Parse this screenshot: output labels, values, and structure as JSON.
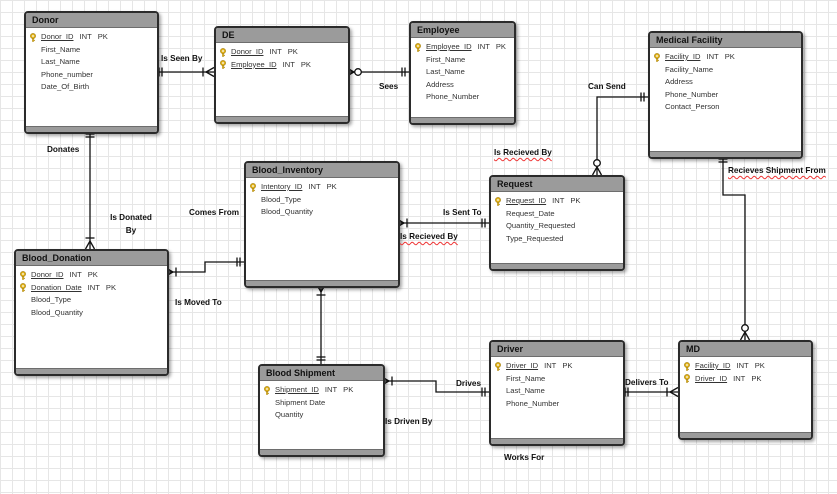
{
  "entities": {
    "donor": {
      "title": "Donor",
      "attributes": [
        {
          "name": "Donor_ID",
          "type": "INT",
          "key": "PK"
        },
        {
          "name": "First_Name",
          "type": "",
          "key": ""
        },
        {
          "name": "Last_Name",
          "type": "",
          "key": ""
        },
        {
          "name": "Phone_number",
          "type": "",
          "key": ""
        },
        {
          "name": "Date_Of_Birth",
          "type": "",
          "key": ""
        }
      ]
    },
    "de": {
      "title": "DE",
      "attributes": [
        {
          "name": "Donor_ID",
          "type": "INT",
          "key": "PK"
        },
        {
          "name": "Employee_ID",
          "type": "INT",
          "key": "PK"
        }
      ]
    },
    "employee": {
      "title": "Employee",
      "attributes": [
        {
          "name": "Employee_ID",
          "type": "INT",
          "key": "PK"
        },
        {
          "name": "First_Name",
          "type": "",
          "key": ""
        },
        {
          "name": "Last_Name",
          "type": "",
          "key": ""
        },
        {
          "name": "Address",
          "type": "",
          "key": ""
        },
        {
          "name": "Phone_Number",
          "type": "",
          "key": ""
        }
      ]
    },
    "medical_facility": {
      "title": "Medical Facility",
      "attributes": [
        {
          "name": "Facility_ID",
          "type": "INT",
          "key": "PK"
        },
        {
          "name": "Facility_Name",
          "type": "",
          "key": ""
        },
        {
          "name": "Address",
          "type": "",
          "key": ""
        },
        {
          "name": "Phone_Number",
          "type": "",
          "key": ""
        },
        {
          "name": "Contact_Person",
          "type": "",
          "key": ""
        }
      ]
    },
    "blood_inventory": {
      "title": "Blood_Inventory",
      "attributes": [
        {
          "name": "Intentory_ID",
          "type": "INT",
          "key": "PK"
        },
        {
          "name": "Blood_Type",
          "type": "",
          "key": ""
        },
        {
          "name": "Blood_Quantity",
          "type": "",
          "key": ""
        }
      ]
    },
    "request": {
      "title": "Request",
      "attributes": [
        {
          "name": "Request_ID",
          "type": "INT",
          "key": "PK"
        },
        {
          "name": "Request_Date",
          "type": "",
          "key": ""
        },
        {
          "name": "Quantity_Requested",
          "type": "",
          "key": ""
        },
        {
          "name": "Type_Requested",
          "type": "",
          "key": ""
        }
      ]
    },
    "blood_donation": {
      "title": "Blood_Donation",
      "attributes": [
        {
          "name": "Donor_ID",
          "type": "INT",
          "key": "PK"
        },
        {
          "name": "Donation_Date",
          "type": "INT",
          "key": "PK"
        },
        {
          "name": "Blood_Type",
          "type": "",
          "key": ""
        },
        {
          "name": "Blood_Quantity",
          "type": "",
          "key": ""
        }
      ]
    },
    "blood_shipment": {
      "title": "Blood Shipment",
      "attributes": [
        {
          "name": "Shipment_ID",
          "type": "INT",
          "key": "PK"
        },
        {
          "name": "Shipment Date",
          "type": "",
          "key": ""
        },
        {
          "name": "Quantity",
          "type": "",
          "key": ""
        }
      ]
    },
    "driver": {
      "title": "Driver",
      "attributes": [
        {
          "name": "Driver_ID",
          "type": "INT",
          "key": "PK"
        },
        {
          "name": "First_Name",
          "type": "",
          "key": ""
        },
        {
          "name": "Last_Name",
          "type": "",
          "key": ""
        },
        {
          "name": "Phone_Number",
          "type": "",
          "key": ""
        }
      ]
    },
    "md": {
      "title": "MD",
      "attributes": [
        {
          "name": "Facility_ID",
          "type": "INT",
          "key": "PK"
        },
        {
          "name": "Driver_ID",
          "type": "INT",
          "key": "PK"
        }
      ]
    }
  },
  "relationship_labels": {
    "is_seen_by": "Is Seen By",
    "sees": "Sees",
    "can_send": "Can Send",
    "donates": "Donates",
    "is_donated_by": "Is Donated By",
    "comes_from": "Comes From",
    "is_recieved_by_top": "Is Recieved By",
    "is_sent_to": "Is Sent To",
    "is_recieved_by_bottom": "Is Recieved By",
    "recieves_shipment_from": "Recieves Shipment From",
    "is_moved_to": "Is Moved To",
    "drives": "Drives",
    "is_driven_by": "Is Driven By",
    "delivers_to": "Delivers To",
    "works_for": "Works For"
  },
  "colors": {
    "header": "#9b9b9b",
    "border": "#2b2b2b",
    "line": "#111111",
    "key": "#e0b21b",
    "squiggle": "#e33333"
  }
}
